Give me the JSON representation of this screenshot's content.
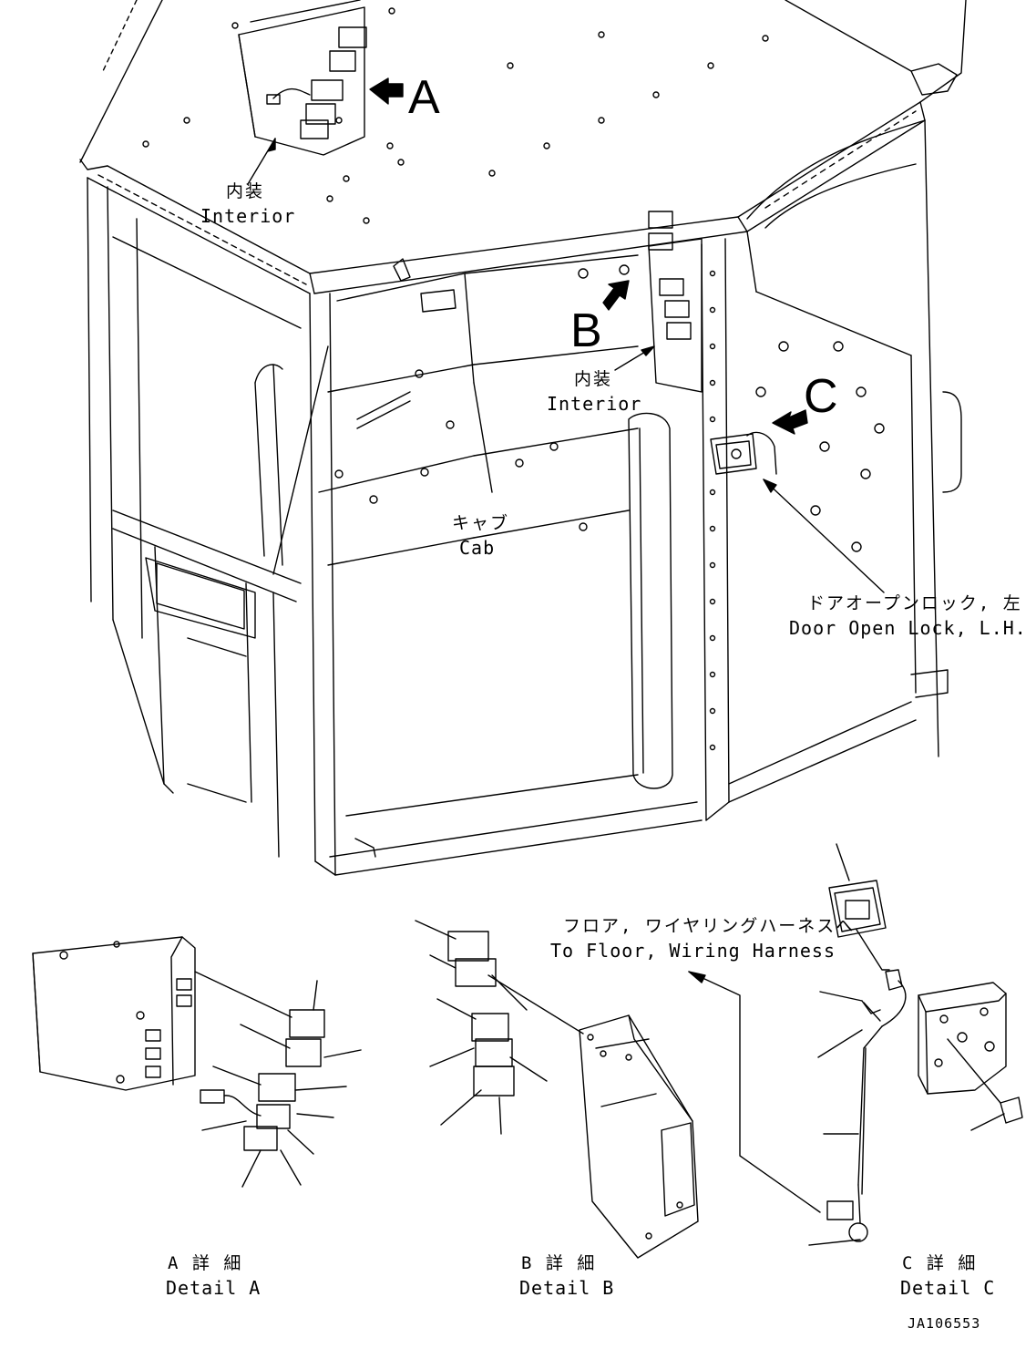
{
  "callouts": {
    "a": "A",
    "b": "B",
    "c": "C"
  },
  "labels": {
    "interior_a_jp": "内装",
    "interior_a_en": "Interior",
    "interior_b_jp": "内装",
    "interior_b_en": "Interior",
    "cab_jp": "キャブ",
    "cab_en": "Cab",
    "door_lock_jp": "ドアオープンロック, 左",
    "door_lock_en": "Door Open Lock, L.H.",
    "floor_harness_jp": "フロア, ワイヤリングハーネスへ",
    "floor_harness_en": "To Floor, Wiring Harness",
    "detail_a_jp": "A 詳 細",
    "detail_a_en": "Detail A",
    "detail_b_jp": "B 詳 細",
    "detail_b_en": "Detail B",
    "detail_c_jp": "C 詳 細",
    "detail_c_en": "Detail C",
    "drawing_number": "JA106553"
  },
  "colors": {
    "line": "#000000",
    "background": "#ffffff"
  }
}
